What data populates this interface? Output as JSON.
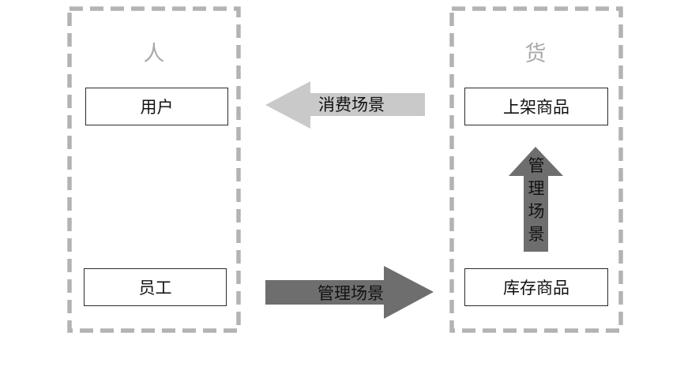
{
  "people_group": {
    "title": "人",
    "user_label": "用户",
    "employee_label": "员工"
  },
  "goods_group": {
    "title": "货",
    "listed_label": "上架商品",
    "inventory_label": "库存商品"
  },
  "arrows": {
    "consumption_label": "消费场景",
    "management_label": "管理场景",
    "vertical_management_chars": [
      "管",
      "理",
      "场",
      "景"
    ]
  },
  "colors": {
    "dashed_border": "#b3b3b3",
    "light_arrow": "#c9c9c9",
    "dark_arrow": "#6e6e6e",
    "box_border": "#2b2b2b",
    "title_text": "#a9a9a9"
  }
}
